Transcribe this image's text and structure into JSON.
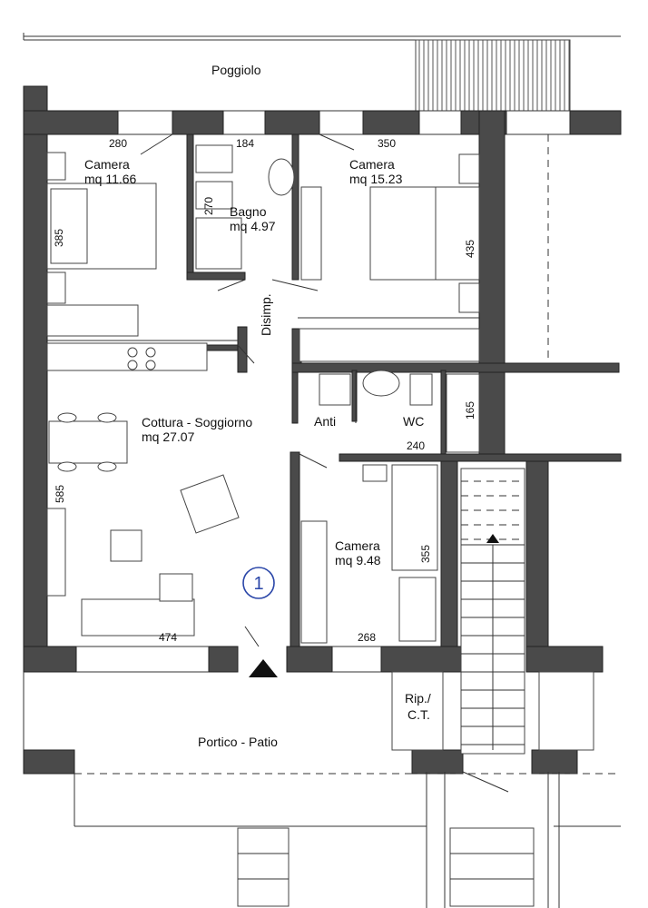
{
  "rooms": {
    "poggiolo": "Poggiolo",
    "camera1_name": "Camera",
    "camera1_area": "mq 11.66",
    "bagno_name": "Bagno",
    "bagno_area": "mq 4.97",
    "camera2_name": "Camera",
    "camera2_area": "mq 15.23",
    "disimp": "Disimp.",
    "cottura_name": "Cottura - Soggiorno",
    "cottura_area": "mq 27.07",
    "anti": "Anti",
    "wc": "WC",
    "camera3_name": "Camera",
    "camera3_area": "mq 9.48",
    "rip_line1": "Rip./",
    "rip_line2": "C.T.",
    "portico": "Portico - Patio"
  },
  "dimensions": {
    "d280": "280",
    "d184": "184",
    "d350": "350",
    "d385": "385",
    "d270": "270",
    "d435": "435",
    "d165": "165",
    "d240": "240",
    "d585": "585",
    "d355": "355",
    "d474": "474",
    "d268": "268"
  },
  "unit_marker": "1",
  "colors": {
    "wall": "#4a4a4a",
    "unit_marker": "#2a46a8"
  }
}
